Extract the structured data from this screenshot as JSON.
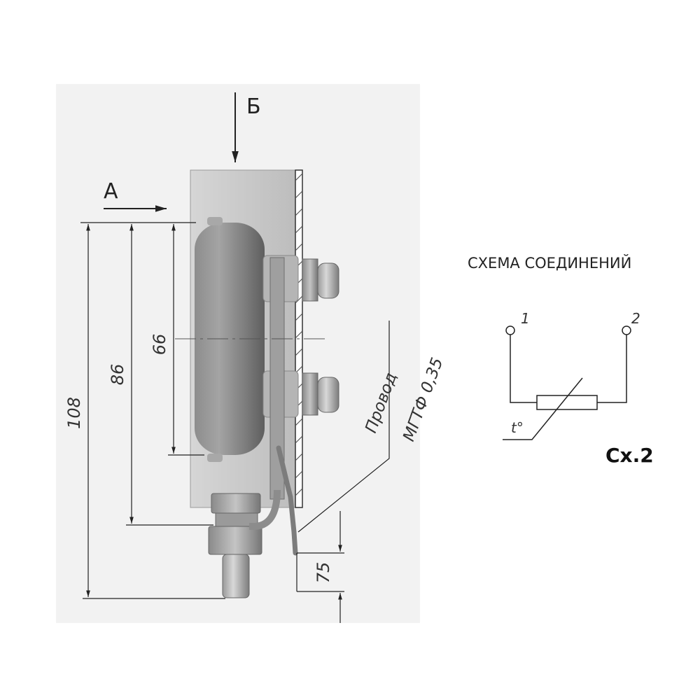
{
  "views": {
    "view_a": "А",
    "view_b": "Б"
  },
  "dimensions": {
    "overall_height": "108",
    "mounting_height": "86",
    "body_height": "66",
    "wire_length": "75"
  },
  "wire": {
    "label": "Провод",
    "type": "МГТФ 0,35"
  },
  "scheme": {
    "title": "СХЕМА СОЕДИНЕНИЙ",
    "pin_1": "1",
    "pin_2": "2",
    "temp_symbol": "t°",
    "label": "Сх.2"
  },
  "colors": {
    "plate": "#c9c9c9",
    "body": "#7f7f7f",
    "hatch": "#555555",
    "line": "#222222"
  }
}
